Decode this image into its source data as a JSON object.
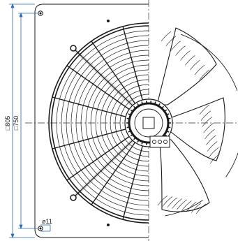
{
  "drawing": {
    "dimensions": {
      "outer_square": "□805",
      "inner_square": "□750",
      "hole_diameter": "ø11"
    }
  },
  "colors": {
    "line": "#1a1a1a",
    "centerline": "#333333",
    "dimension_blue": "#2a6cb0"
  }
}
